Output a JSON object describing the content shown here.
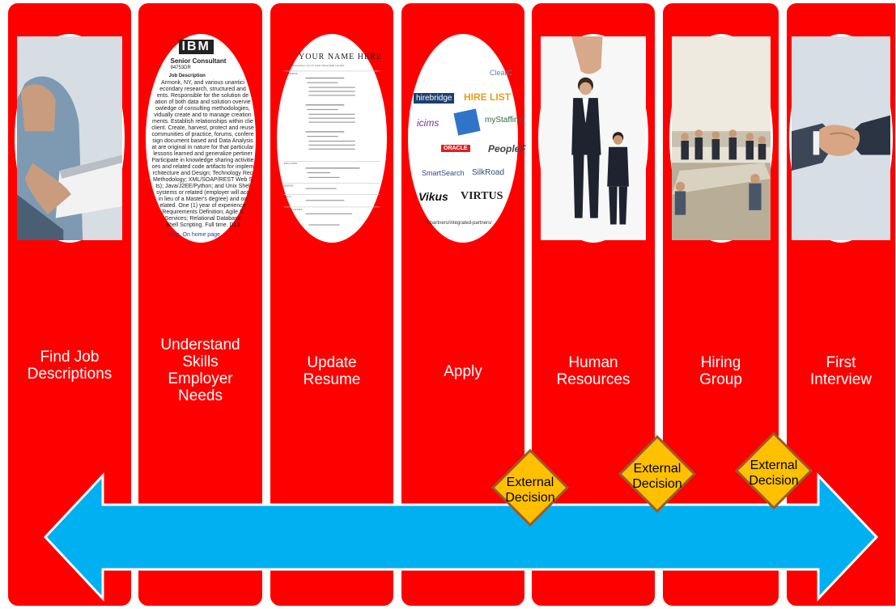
{
  "columns": [
    {
      "label": "Find Job Descriptions",
      "photo": "person-with-laptop"
    },
    {
      "label": "Understand Skills Employer Needs",
      "photo": "job-description-document"
    },
    {
      "label": "Update Resume",
      "photo": "resume-document"
    },
    {
      "label": "Apply",
      "photo": "job-board-logos"
    },
    {
      "label": "Human Resources",
      "photo": "business-people"
    },
    {
      "label": "Hiring Group",
      "photo": "meeting-room"
    },
    {
      "label": "First Interview",
      "photo": "handshake"
    }
  ],
  "thumbnails": {
    "job_description": {
      "company": "IBM",
      "title": "Senior Consultant",
      "req_id": "94753DR",
      "heading": "Job Description",
      "lines": [
        "Armonk, NY, and various unantici",
        "econdary research, structured and",
        "ents. Responsible for the solution de",
        "ation of both data and solution overvie",
        "owledge of consulting methodologies,",
        "vidually create and to manage creation",
        "ments. Establish relationships within clie",
        "client. Create, harvest, protect and reuse",
        "communities of practice, forums, confere",
        "sign document based and Data Analysis",
        "at are original in nature for that particular",
        "lessons learned and generalize pertiner",
        "Participate in knowledge sharing activitie",
        "ces and related code artifacts for implem",
        "rchitecture and Design; Technology Rec",
        "Methodology; XML/SOAP/REST Web S",
        "ts); Java/J2EE/Python; and Unix Shel",
        "systems or related (employer will acc",
        "in lieu of a Master's degree) and on",
        "elated. One (1) year of experience",
        "Requirements Definition; Agile S",
        "Services; Relational Database",
        "Shell Scripting. Full time. D13"
      ],
      "footer": "m/us. On home page"
    },
    "resume": {
      "name": "YOUR NAME HERE",
      "contact": "Address Street | City ST 12345 | Phone (000) 123-4567",
      "sections": [
        "EXPERIENCE",
        "EDUCATION",
        "HONORS",
        "SKILLS",
        "CERTIFICATIONS"
      ]
    },
    "logos": [
      "hirebridge",
      "HIRE LIST",
      "icims",
      "myStaffing",
      "ORACLE",
      "PeopleF",
      "SmartSearch",
      "SilkRoad",
      "Vikus",
      "VIRTUS",
      "ClearC"
    ],
    "logos_url": "m/partners/integrated-partners/"
  },
  "decisions": [
    {
      "label": "External Decision"
    },
    {
      "label": "External Decision"
    },
    {
      "label": "External Decision"
    }
  ],
  "colors": {
    "column": "#ff0000",
    "arrow": "#00b0f0",
    "diamond": "#ffc000",
    "diamond_border": "#9c5a2a"
  }
}
